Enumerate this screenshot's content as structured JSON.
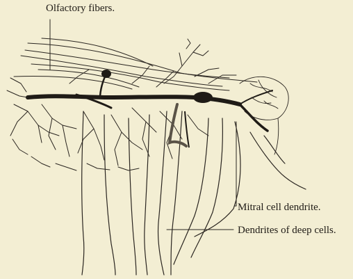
{
  "labels": {
    "olfactory_fibers": "Olfactory fibers.",
    "mitral_cell_dendrite": "Mitral cell dendrite.",
    "dendrites_of_deep_cells": "Dendrites of deep cells."
  },
  "colors": {
    "background": "#f3eed3",
    "ink": "#2a2520"
  }
}
